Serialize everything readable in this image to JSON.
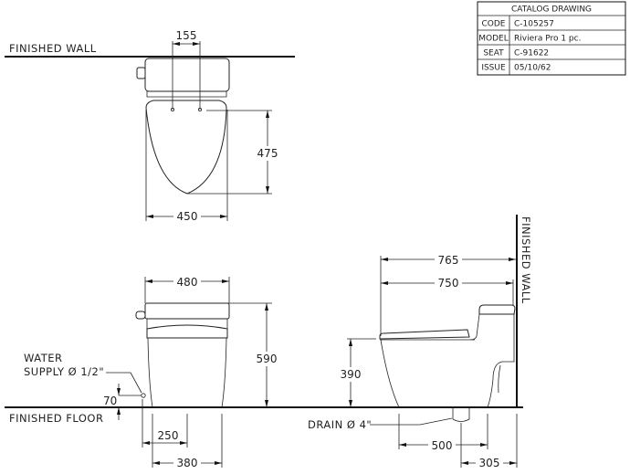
{
  "title_block": {
    "header": "CATALOG DRAWING",
    "rows": [
      {
        "key": "CODE",
        "value": "C-105257"
      },
      {
        "key": "MODEL",
        "value": "Riviera Pro 1 pc."
      },
      {
        "key": "SEAT",
        "value": "C-91622"
      },
      {
        "key": "ISSUE",
        "value": "05/10/62"
      }
    ]
  },
  "top_view": {
    "wall_label": "FINISHED WALL",
    "dim_hole_spacing": "155",
    "dim_bowl_length": "475",
    "dim_width": "450"
  },
  "front_view": {
    "dim_tank_width": "480",
    "dim_height": "590",
    "water_supply_label_1": "WATER",
    "water_supply_label_2": "SUPPLY Ø 1/2\"",
    "dim_supply_height": "70",
    "floor_label": "FINISHED FLOOR",
    "dim_supply_offset": "250",
    "dim_base_width": "380"
  },
  "side_view": {
    "wall_label": "FINISHED WALL",
    "dim_overall_length": "765",
    "dim_seat_length": "750",
    "dim_seat_height": "390",
    "drain_label": "DRAIN Ø 4\"",
    "dim_base_length": "500",
    "dim_rough_in": "305"
  }
}
